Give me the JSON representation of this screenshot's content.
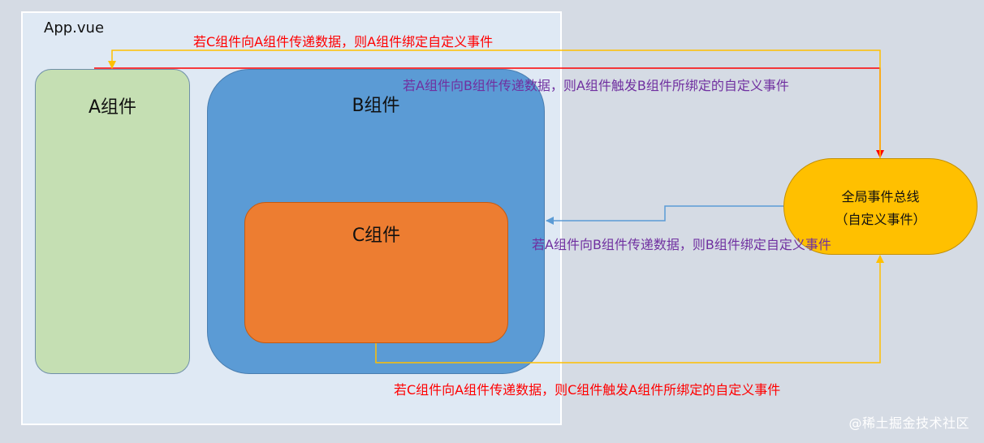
{
  "app": {
    "title": "App.vue"
  },
  "components": {
    "a": {
      "label": "A组件"
    },
    "b": {
      "label": "B组件"
    },
    "c": {
      "label": "C组件"
    }
  },
  "bus": {
    "line1": "全局事件总线",
    "line2": "（自定义事件）"
  },
  "notes": {
    "c_to_a_bind": "若C组件向A组件传递数据，则A组件绑定自定义事件",
    "a_to_b_trigger": "若A组件向B组件传递数据，则A组件触发B组件所绑定的自定义事件",
    "a_to_b_bind": "若A组件向B组件传递数据，则B组件绑定自定义事件",
    "c_to_a_trigger": "若C组件向A组件传递数据，则C组件触发A组件所绑定的自定义事件"
  },
  "watermark": "@稀土掘金技术社区",
  "colors": {
    "app_background": "#dfe9f4",
    "component_a": "#c5dfb3",
    "component_b": "#5b9bd5",
    "component_c": "#ed7d31",
    "event_bus": "#ffc000",
    "red_connector": "#ff0000",
    "yellow_connector": "#ffc000",
    "blue_connector": "#5b9bd5",
    "red_text": "#ff0000",
    "purple_text": "#7030a0"
  }
}
